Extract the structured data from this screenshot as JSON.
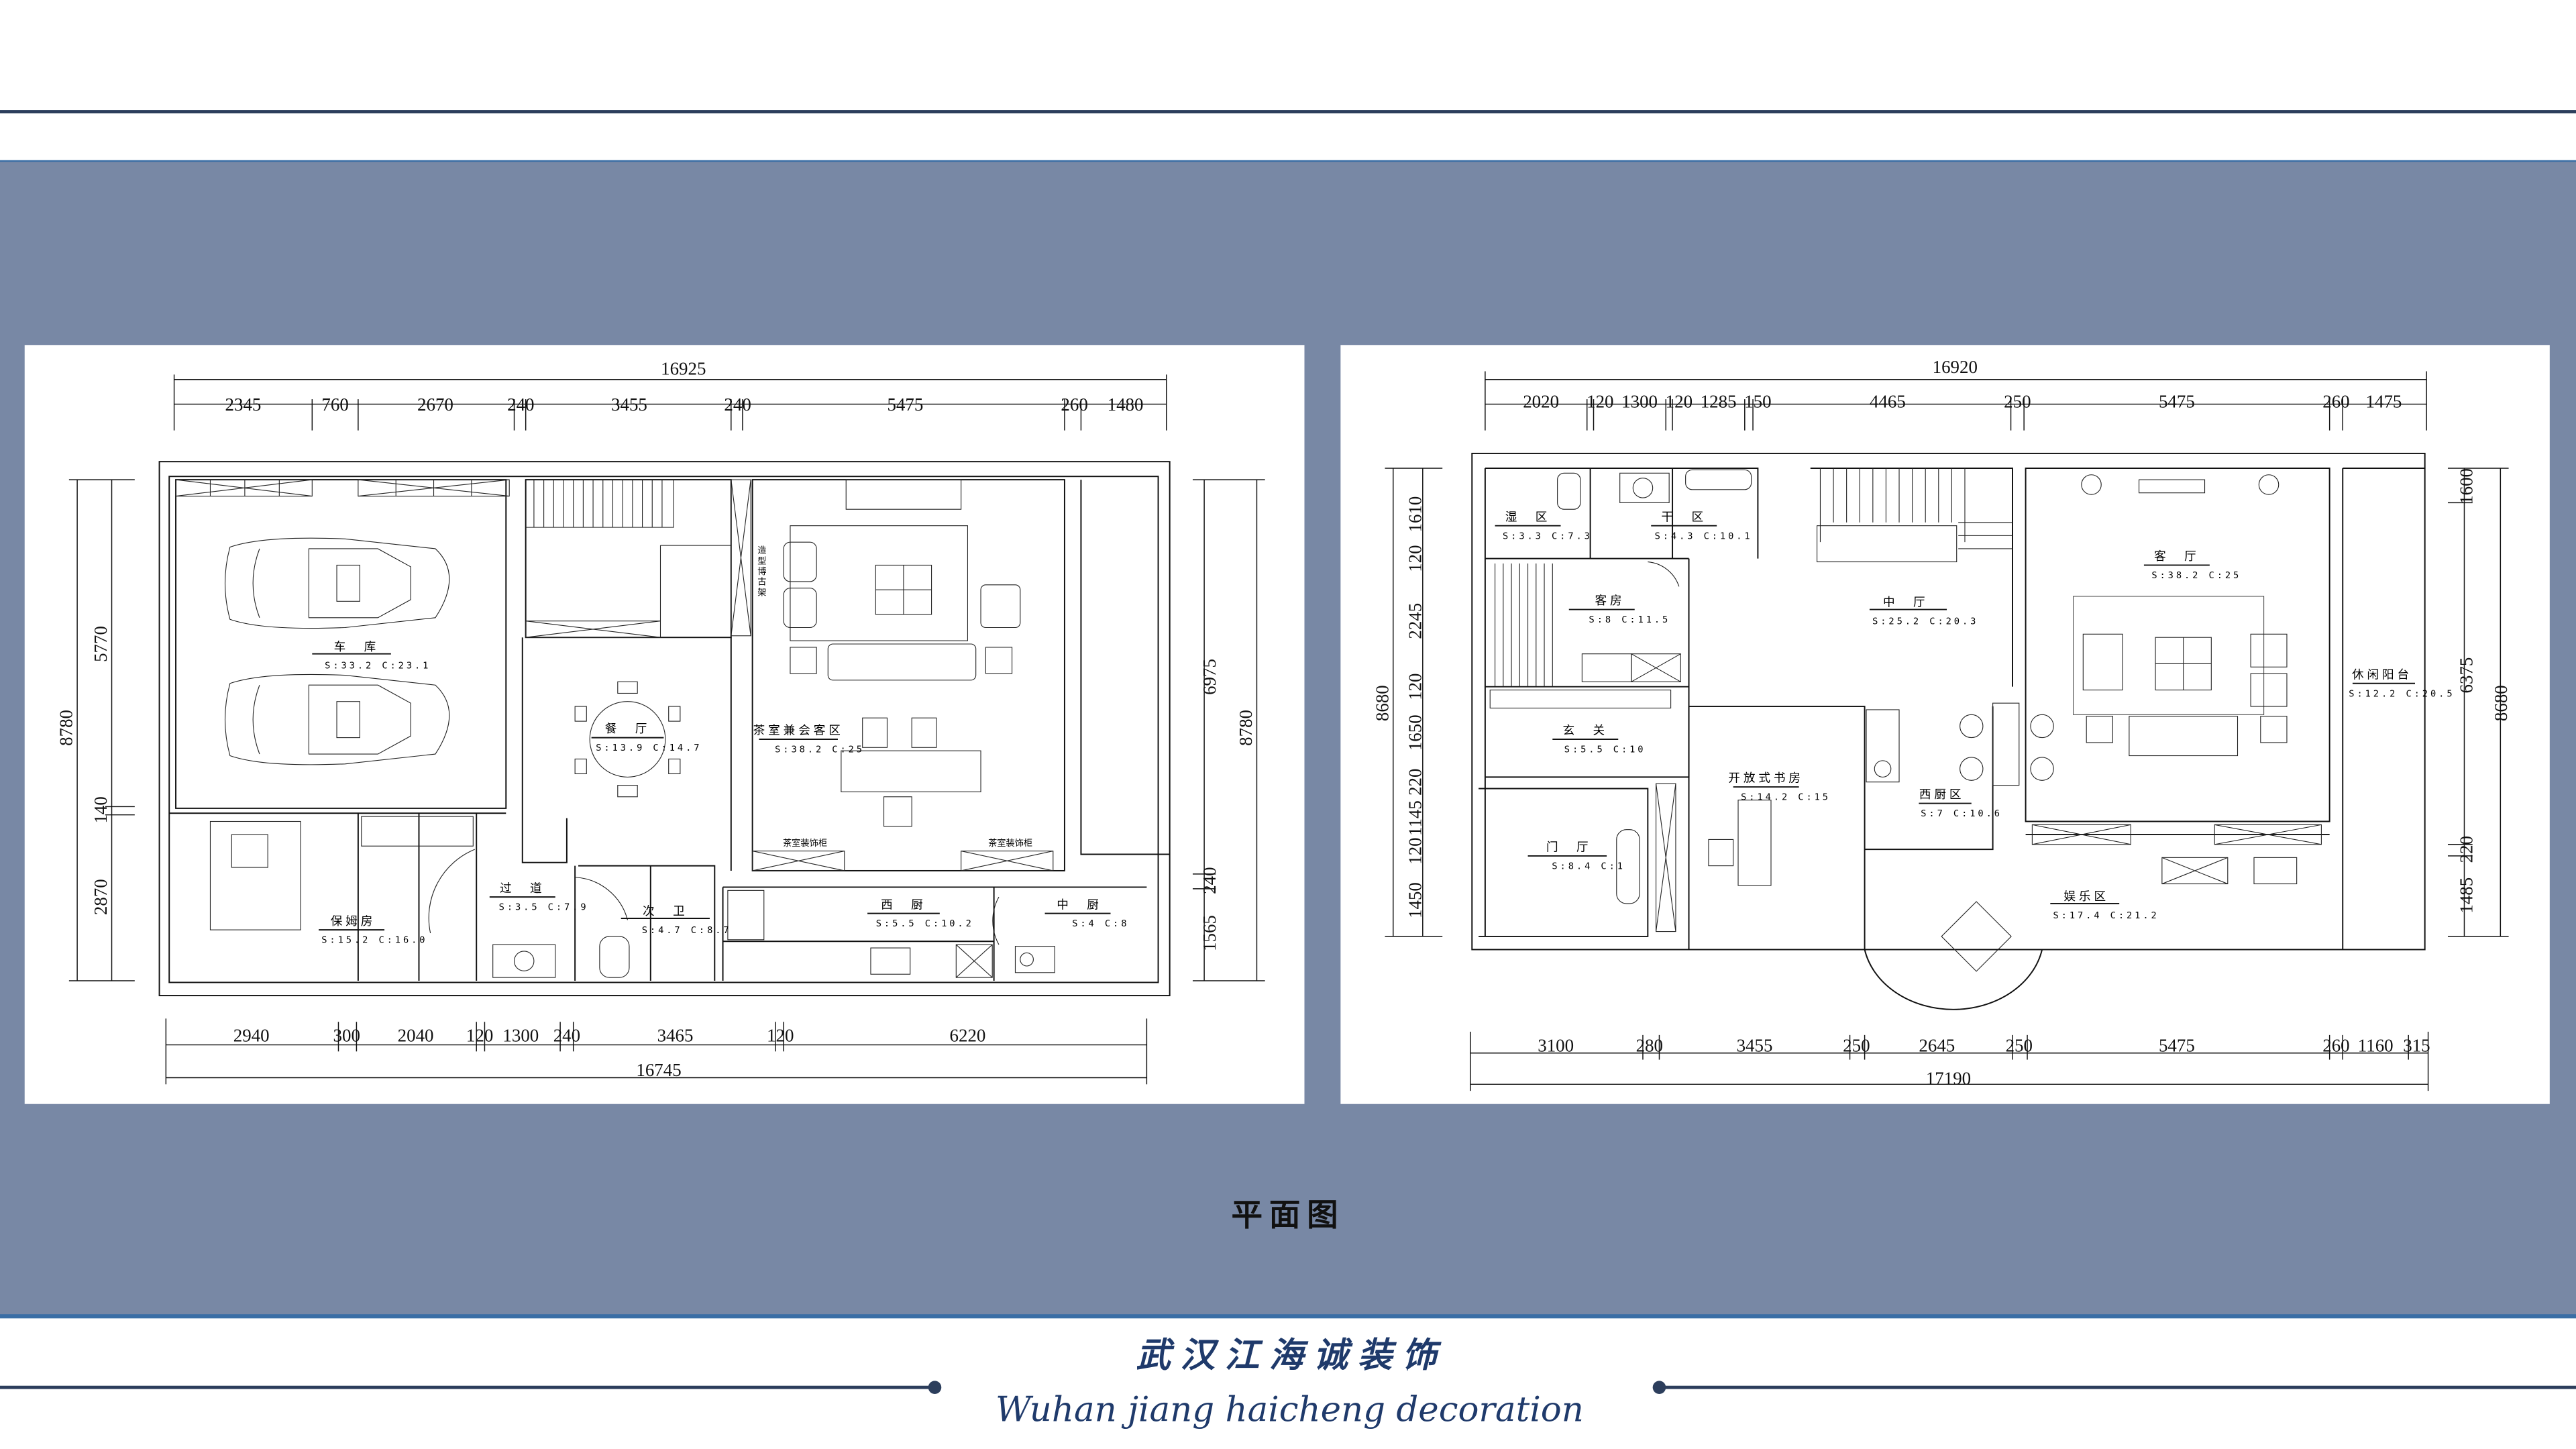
{
  "colors": {
    "panel": "#7888a5",
    "navy": "#2c3e5c",
    "accent_line": "#3a6ea5",
    "brand": "#1f3a6b"
  },
  "title": "平面图",
  "footer": {
    "brand_cn": "武汉江海诚装饰",
    "brand_en": "Wuhan jiang haicheng decoration"
  },
  "left_plan": {
    "overall_top": "16925",
    "top_dims": [
      "2345",
      "760",
      "2670",
      "240",
      "3455",
      "240",
      "5475",
      "260",
      "1480"
    ],
    "bottom_dims": [
      "2940",
      "300",
      "2040",
      "120",
      "1300",
      "240",
      "3465",
      "120",
      "6220"
    ],
    "overall_bottom": "16745",
    "left_dims": [
      "5770",
      "140",
      "2870"
    ],
    "left_total": "8780",
    "right_dims": [
      "6975",
      "240",
      "1565"
    ],
    "right_total": "8780",
    "rooms": [
      {
        "name": "车　库",
        "area": "S:33.2 C:23.1"
      },
      {
        "name": "餐　厅",
        "area": "S:13.9 C:14.7"
      },
      {
        "name": "茶室兼会客区",
        "area": "S:38.2 C:25"
      },
      {
        "name": "保姆房",
        "area": "S:15.2 C:16.0"
      },
      {
        "name": "过　道",
        "area": "S:3.5 C:7.9"
      },
      {
        "name": "次　卫",
        "area": "S:4.7 C:8.7"
      },
      {
        "name": "西　厨",
        "area": "S:5.5 C:10.2"
      },
      {
        "name": "中　厨",
        "area": "S:4 C:8"
      }
    ],
    "notes": [
      "造型博古架",
      "茶室装饰柜",
      "茶室装饰柜"
    ]
  },
  "right_plan": {
    "overall_top": "16920",
    "top_dims": [
      "2020",
      "120",
      "1300",
      "120",
      "1285",
      "150",
      "4465",
      "250",
      "5475",
      "260",
      "1475"
    ],
    "bottom_dims": [
      "3100",
      "280",
      "3455",
      "250",
      "2645",
      "250",
      "5475",
      "260",
      "1160",
      "315"
    ],
    "overall_bottom": "17190",
    "left_dims": [
      "1610",
      "120",
      "2245",
      "120",
      "1650",
      "220",
      "1145",
      "120",
      "1450"
    ],
    "left_total": "8680",
    "right_dims": [
      "1600",
      "6375",
      "220",
      "1485"
    ],
    "right_total": "8680",
    "rooms": [
      {
        "name": "湿　区",
        "area": "S:3.3 C:7.3"
      },
      {
        "name": "干　区",
        "area": "S:4.3 C:10.1"
      },
      {
        "name": "客房",
        "area": "S:8 C:11.5"
      },
      {
        "name": "中　厅",
        "area": "S:25.2 C:20.3"
      },
      {
        "name": "客　厅",
        "area": "S:38.2 C:25"
      },
      {
        "name": "休闲阳台",
        "area": "S:12.2 C:20.5"
      },
      {
        "name": "玄　关",
        "area": "S:5.5 C:10"
      },
      {
        "name": "开放式书房",
        "area": "S:14.2 C:15"
      },
      {
        "name": "西厨区",
        "area": "S:7 C:10.6"
      },
      {
        "name": "门　厅",
        "area": "S:8.4 C:1"
      },
      {
        "name": "娱乐区",
        "area": "S:17.4 C:21.2"
      }
    ]
  }
}
